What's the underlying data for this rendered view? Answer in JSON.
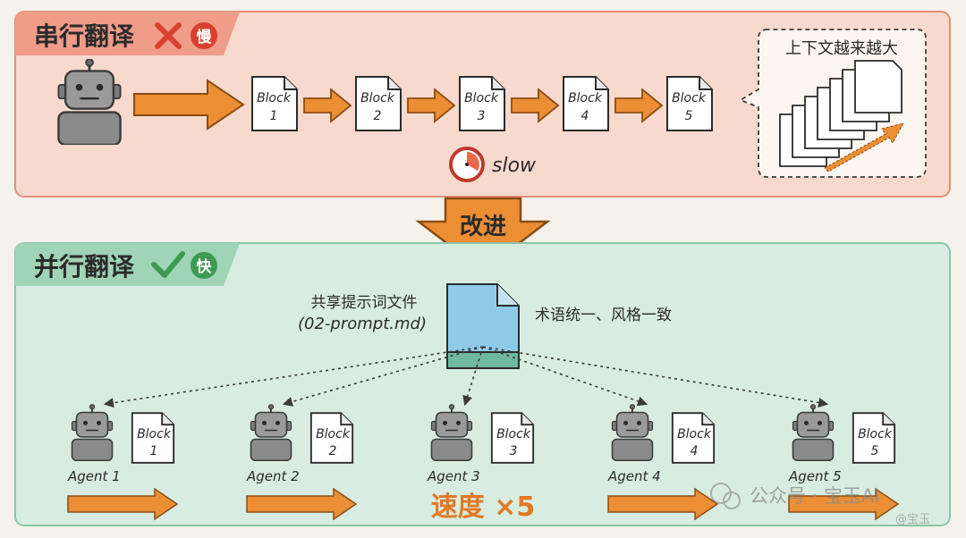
{
  "serial": {
    "title": "串行翻译",
    "badge": "慢",
    "clock_label": "slow",
    "context_note": "上下文越来越大",
    "blocks": [
      {
        "line1": "Block",
        "line2": "1"
      },
      {
        "line1": "Block",
        "line2": "2"
      },
      {
        "line1": "Block",
        "line2": "3"
      },
      {
        "line1": "Block",
        "line2": "4"
      },
      {
        "line1": "Block",
        "line2": "5"
      }
    ]
  },
  "transition": {
    "label": "改进"
  },
  "parallel": {
    "title": "并行翻译",
    "badge": "快",
    "shared_file_line1": "共享提示词文件",
    "shared_file_line2": "(02-prompt.md)",
    "consistency": "术语统一、风格一致",
    "speed": "速度 ×5",
    "agents": [
      {
        "name": "Agent 1",
        "block_line1": "Block",
        "block_line2": "1"
      },
      {
        "name": "Agent 2",
        "block_line1": "Block",
        "block_line2": "2"
      },
      {
        "name": "Agent 3",
        "block_line1": "Block",
        "block_line2": "3"
      },
      {
        "name": "Agent 4",
        "block_line1": "Block",
        "block_line2": "4"
      },
      {
        "name": "Agent 5",
        "block_line1": "Block",
        "block_line2": "5"
      }
    ]
  },
  "watermark": {
    "text": "公众号 · 宝玉AI",
    "sub": "@宝玉"
  },
  "colors": {
    "serial_bg": "#f8d9cd",
    "serial_border": "#e0907a",
    "serial_tab": "#ef9c88",
    "parallel_bg": "#d8ece2",
    "parallel_border": "#8cc4a8",
    "parallel_tab": "#9fd4b6",
    "arrow_orange": "#ec8e34",
    "bad_red": "#d9402f",
    "good_green": "#3d9a52",
    "file_blue": "#8fcbe8",
    "file_teal": "#6fb9a0",
    "robot_gray": "#9a9a9a"
  },
  "icons": [
    "robot-icon",
    "cross-icon",
    "check-icon",
    "clock-icon",
    "document-icon",
    "shared-file-icon",
    "dotted-arrow-icon"
  ]
}
